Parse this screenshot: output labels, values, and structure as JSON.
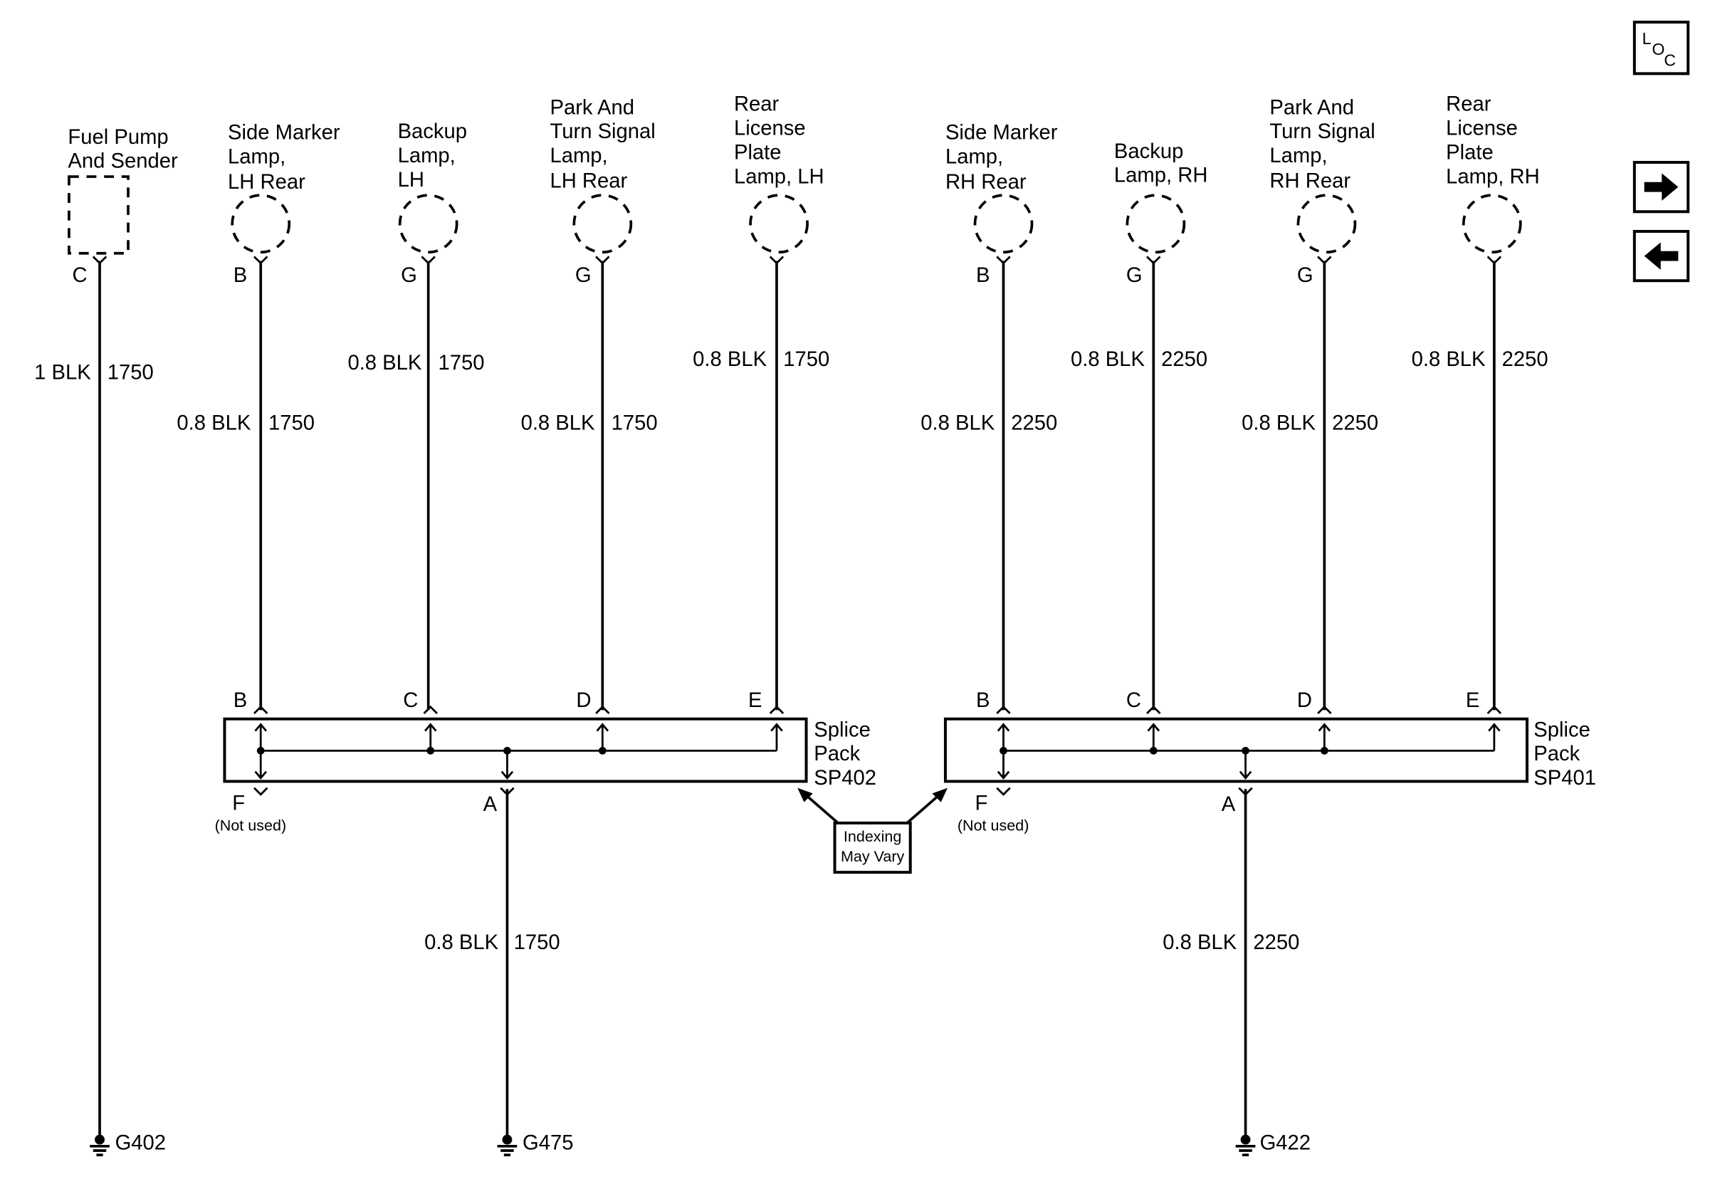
{
  "components": {
    "fuel_pump": {
      "line1": "Fuel Pump",
      "line2": "And Sender"
    },
    "side_marker_lh": {
      "line1": "Side Marker",
      "line2": "Lamp,",
      "line3": "LH Rear"
    },
    "backup_lh": {
      "line1": "Backup",
      "line2": "Lamp,",
      "line3": "LH"
    },
    "park_turn_lh": {
      "line1": "Park And",
      "line2": "Turn Signal",
      "line3": "Lamp,",
      "line4": "LH Rear"
    },
    "license_lh": {
      "line1": "Rear",
      "line2": "License",
      "line3": "Plate",
      "line4": "Lamp, LH"
    },
    "side_marker_rh": {
      "line1": "Side Marker",
      "line2": "Lamp,",
      "line3": "RH Rear"
    },
    "backup_rh": {
      "line1": "Backup",
      "line2": "Lamp, RH"
    },
    "park_turn_rh": {
      "line1": "Park And",
      "line2": "Turn Signal",
      "line3": "Lamp,",
      "line4": "RH Rear"
    },
    "license_rh": {
      "line1": "Rear",
      "line2": "License",
      "line3": "Plate",
      "line4": "Lamp, RH"
    }
  },
  "top_pins": {
    "fuel_pump": "C",
    "side_marker_lh": "B",
    "backup_lh": "G",
    "park_turn_lh": "G",
    "side_marker_rh": "B",
    "backup_rh": "G",
    "park_turn_rh": "G"
  },
  "wires": {
    "fuel_pump": {
      "gauge_color": "1 BLK",
      "circuit": "1750"
    },
    "side_marker_lh": {
      "gauge_color": "0.8 BLK",
      "circuit": "1750"
    },
    "backup_lh": {
      "gauge_color": "0.8 BLK",
      "circuit": "1750"
    },
    "park_turn_lh": {
      "gauge_color": "0.8 BLK",
      "circuit": "1750"
    },
    "license_lh": {
      "gauge_color": "0.8 BLK",
      "circuit": "1750"
    },
    "side_marker_rh": {
      "gauge_color": "0.8 BLK",
      "circuit": "2250"
    },
    "backup_rh": {
      "gauge_color": "0.8 BLK",
      "circuit": "2250"
    },
    "park_turn_rh": {
      "gauge_color": "0.8 BLK",
      "circuit": "2250"
    },
    "license_rh": {
      "gauge_color": "0.8 BLK",
      "circuit": "2250"
    },
    "sp402_out": {
      "gauge_color": "0.8 BLK",
      "circuit": "1750"
    },
    "sp401_out": {
      "gauge_color": "0.8 BLK",
      "circuit": "2250"
    }
  },
  "splice_packs": {
    "sp402": {
      "line1": "Splice",
      "line2": "Pack",
      "line3": "SP402",
      "pins": {
        "b": "B",
        "c": "C",
        "d": "D",
        "e": "E",
        "f": "F",
        "a": "A"
      },
      "not_used": "(Not used)"
    },
    "sp401": {
      "line1": "Splice",
      "line2": "Pack",
      "line3": "SP401",
      "pins": {
        "b": "B",
        "c": "C",
        "d": "D",
        "e": "E",
        "f": "F",
        "a": "A"
      },
      "not_used": "(Not used)"
    }
  },
  "indexing_note": {
    "line1": "Indexing",
    "line2": "May Vary"
  },
  "grounds": {
    "g402": "G402",
    "g475": "G475",
    "g422": "G422"
  },
  "nav": {
    "loc": {
      "l": "L",
      "o": "O",
      "c": "C"
    },
    "next_icon": "arrow-right-icon",
    "prev_icon": "arrow-left-icon"
  }
}
